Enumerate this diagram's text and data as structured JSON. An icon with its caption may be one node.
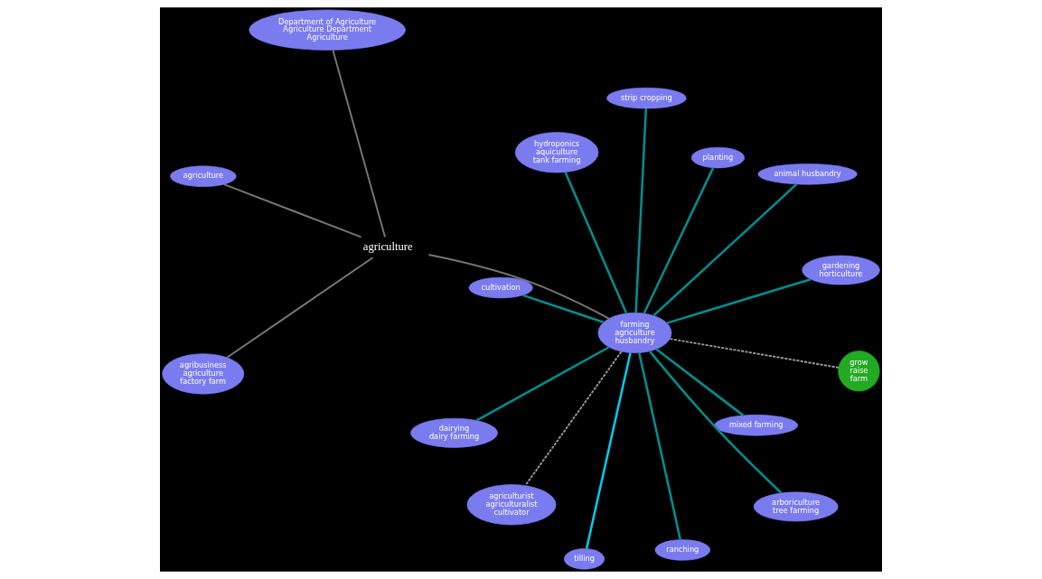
{
  "diagram": {
    "nodes": [
      {
        "text": [
          "agriculture"
        ]
      },
      {
        "text": [
          "Department of Agriculture",
          "Agriculture Department",
          "Agriculture"
        ]
      },
      {
        "text": [
          "agribusiness",
          "agriculture",
          "factory farm"
        ]
      },
      {
        "text": [
          "agriculture"
        ]
      },
      {
        "text": [
          "planting"
        ]
      },
      {
        "text": [
          "farming",
          "agriculture",
          "husbandry"
        ]
      },
      {
        "text": [
          "dairying",
          "dairy farming"
        ]
      },
      {
        "text": [
          "grow",
          "raise",
          "farm"
        ]
      },
      {
        "text": [
          "agriculturist",
          "agriculturalist",
          "cultivator"
        ]
      },
      {
        "text": [
          "ranching"
        ]
      },
      {
        "text": [
          "tilling"
        ]
      },
      {
        "text": [
          "cultivation"
        ]
      },
      {
        "text": [
          "gardening",
          "horticulture"
        ]
      },
      {
        "text": [
          "animal husbandry"
        ]
      },
      {
        "text": [
          "strip cropping"
        ]
      },
      {
        "text": [
          "mixed farming"
        ]
      },
      {
        "text": [
          "arboriculture",
          "tree farming"
        ]
      },
      {
        "text": [
          "hydroponics",
          "aquiculture",
          "tank farming"
        ]
      }
    ],
    "edges": [
      {
        "from": 0,
        "to": 1,
        "arrow": "none",
        "color": "#777777"
      },
      {
        "from": 0,
        "to": 2,
        "arrow": "none",
        "color": "#777777"
      },
      {
        "from": 0,
        "to": 3,
        "arrow": "none",
        "color": "#777777"
      },
      {
        "from": 0,
        "to": 5,
        "arrow": "none",
        "color": "#777777"
      },
      {
        "from": 5,
        "to": 4,
        "arrow": "none"
      },
      {
        "from": 5,
        "to": 6,
        "arrow": "none"
      },
      {
        "from": 5,
        "to": 7,
        "arrow": "none",
        "style": "dashed",
        "color": "#999999"
      },
      {
        "from": 5,
        "to": 8,
        "arrow": "none",
        "style": "dashed",
        "color": "#999999"
      },
      {
        "from": 5,
        "to": 9,
        "arrow": "none"
      },
      {
        "from": 5,
        "to": 10,
        "arrow": "none",
        "color": "#00ccee"
      },
      {
        "from": 5,
        "to": 11,
        "arrow": "none"
      },
      {
        "from": 5,
        "to": 12,
        "arrow": "none"
      },
      {
        "from": 5,
        "to": 13,
        "arrow": "none"
      },
      {
        "from": 5,
        "to": 14,
        "arrow": "none"
      },
      {
        "from": 5,
        "to": 15,
        "arrow": "none"
      },
      {
        "from": 5,
        "to": 16,
        "arrow": "none"
      },
      {
        "from": 5,
        "to": 17,
        "arrow": "none"
      }
    ]
  }
}
